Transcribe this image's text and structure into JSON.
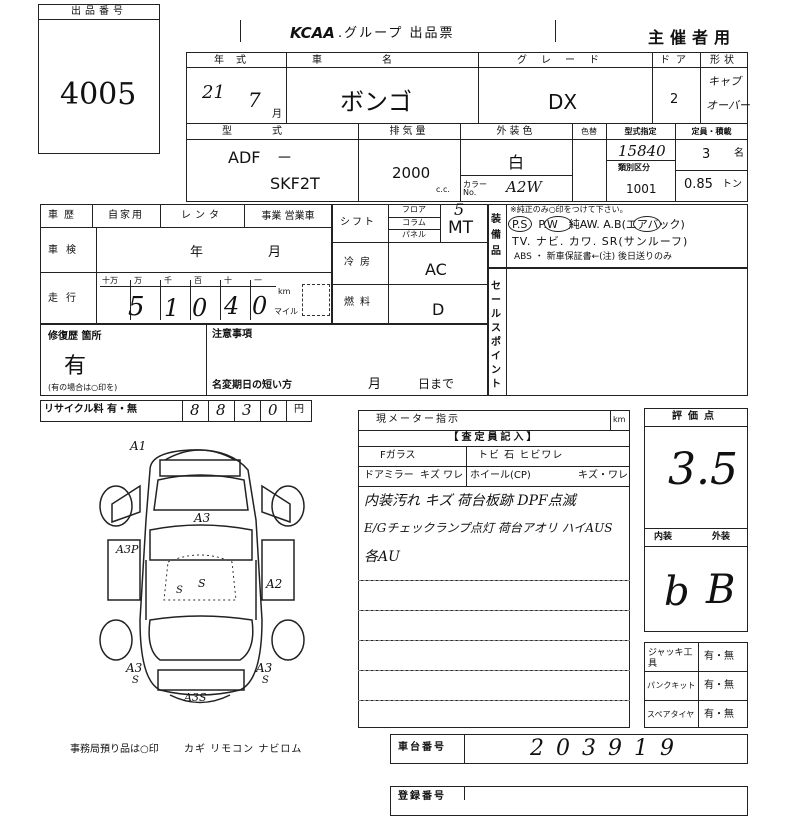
{
  "lot": {
    "label": "出品番号",
    "number": "4005"
  },
  "header": {
    "brand": "KCAA",
    "title_rest": ".グループ 出品票",
    "sponsor": "主催者用"
  },
  "row1": {
    "year_label": "年式",
    "name_label": "車名",
    "grade_label": "グレード",
    "door_label": "ドア",
    "form_label": "形状",
    "year": "21",
    "month": "7",
    "month_unit": "月",
    "name": "ボンゴ",
    "grade": "DX",
    "doors": "2",
    "form_line1": "キャブ",
    "form_line2": "オーバー"
  },
  "row2": {
    "model_label": "型式",
    "disp_label": "排気量",
    "color_label": "外装色",
    "color_code_label": "色替",
    "type_label": "型式指定",
    "cap_label": "定員・積載",
    "class_label": "類別区分",
    "model_prefix": "ADF　－",
    "model": "SKF2T",
    "displacement": "2000",
    "cc": "c.c.",
    "color": "白",
    "color_no_label": "カラーNo.",
    "color_no": "A2W",
    "type_no": "15840",
    "class_no": "1001",
    "capacity": "3",
    "capacity_unit": "名",
    "load": "0.85",
    "load_unit": "トン"
  },
  "history": {
    "label": "車歴",
    "options": [
      "自家用",
      "レンタ",
      "事業 営業車"
    ]
  },
  "shift": {
    "label": "シフト",
    "opt1": "フロア",
    "opt2": "コラム",
    "opt3": "パネル",
    "gears": "5",
    "type": "MT"
  },
  "equip": {
    "label": "装備品",
    "note": "※純正のみ○印をつけて下さい。",
    "line1": "P.S　P.W　純AW. A.B(エアバック)",
    "line2": "TV. ナビ. カワ. SR(サンルーフ)",
    "line3": "ABS ・ 新車保証書←(注) 後日送りのみ"
  },
  "inspection": {
    "label": "車検",
    "year_unit": "年",
    "month_unit": "月"
  },
  "cooling": {
    "label": "冷房",
    "value": "AC"
  },
  "mileage": {
    "label": "走行",
    "units": [
      "十万",
      "万",
      "千",
      "百",
      "十",
      "一"
    ],
    "digits": [
      "5",
      "1",
      "0",
      "4",
      "0"
    ],
    "km": "km",
    "mile": "マイル"
  },
  "fuel": {
    "label": "燃料",
    "value": "D"
  },
  "sales_point": {
    "label": "セールスポイント"
  },
  "repair": {
    "label": "修復歴 箇所",
    "value": "有",
    "note": "(有の場合は○印を)"
  },
  "notes": {
    "label": "注意事項",
    "short_label": "名変期日の短い方",
    "month_unit": "月",
    "day_unit": "日まで"
  },
  "recycle": {
    "label": "リサイクル料 有・無",
    "digits": [
      "8",
      "8",
      "3",
      "0"
    ],
    "unit": "円"
  },
  "meter": {
    "label": "現メーター指示",
    "unit": "km"
  },
  "inspector": {
    "title": "【査定員記入】",
    "glass_label": "Fガラス",
    "glass_opts": "トビ 石 ヒビワレ",
    "mirror_label": "ドアミラー",
    "mirror_opts": "キズ ワレ",
    "wheel_label": "ホイール(CP)",
    "wheel_opts": "キズ・ワレ",
    "remark1": "内装汚れ キズ 荷台板跡 DPF点滅",
    "remark2": "E/Gチェックランプ点灯 荷台アオリ ハイAUS",
    "remark3": "各AU"
  },
  "rating": {
    "label": "評価点",
    "value": "3.5",
    "int_label": "内装",
    "ext_label": "外装",
    "interior": "b",
    "exterior": "B"
  },
  "tools": {
    "jack_label": "ジャッキ工具",
    "jack_opts": "有・無",
    "puncture_label": "パンクキット",
    "puncture_opts": "有・無",
    "spare_label": "スペアタイヤ",
    "spare_opts": "有・無"
  },
  "diagram": {
    "marks": [
      "A1",
      "A3",
      "A3P",
      "A2",
      "A3",
      "A3",
      "A3S",
      "S",
      "S",
      "S",
      "S"
    ]
  },
  "footer": {
    "storage": "事務局預り品は○印",
    "items": "カギ リモコン ナビロム",
    "chassis_label": "車台番号",
    "chassis_no": "203919",
    "reg_label": "登録番号"
  }
}
